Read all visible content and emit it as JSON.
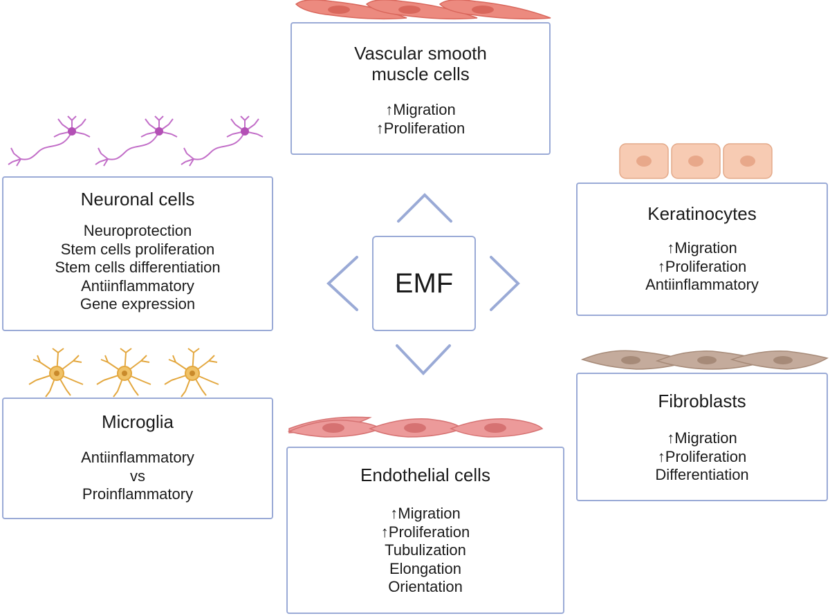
{
  "center": {
    "label": "EMF"
  },
  "boxes": {
    "vascular": {
      "title": "Vascular smooth\nmuscle cells",
      "items": [
        "↑Migration",
        "↑Proliferation"
      ]
    },
    "neuronal": {
      "title": "Neuronal cells",
      "items": [
        "Neuroprotection",
        "Stem cells proliferation",
        "Stem cells differentiation",
        "Antiinflammatory",
        "Gene expression"
      ]
    },
    "keratinocytes": {
      "title": "Keratinocytes",
      "items": [
        "↑Migration",
        "↑Proliferation",
        "Antiinflammatory"
      ]
    },
    "microglia": {
      "title": "Microglia",
      "items": [
        "Antiinflammatory",
        "vs",
        "Proinflammatory"
      ]
    },
    "fibroblasts": {
      "title": "Fibroblasts",
      "items": [
        "↑Migration",
        "↑Proliferation",
        "Differentiation"
      ]
    },
    "endothelial": {
      "title": "Endothelial cells",
      "items": [
        "↑Migration",
        "↑Proliferation",
        "Tubulization",
        "Elongation",
        "Orientation"
      ]
    }
  },
  "colors": {
    "box_border": "#9aaad6",
    "arrow": "#9aaad6",
    "smooth_muscle": "#ec8a7f",
    "endothelial": "#ec9a9a",
    "keratinocyte": "#f7cbb3",
    "fibroblast": "#c4ab9c",
    "neuron": "#c26ec8",
    "microglia": "#f0c267"
  }
}
